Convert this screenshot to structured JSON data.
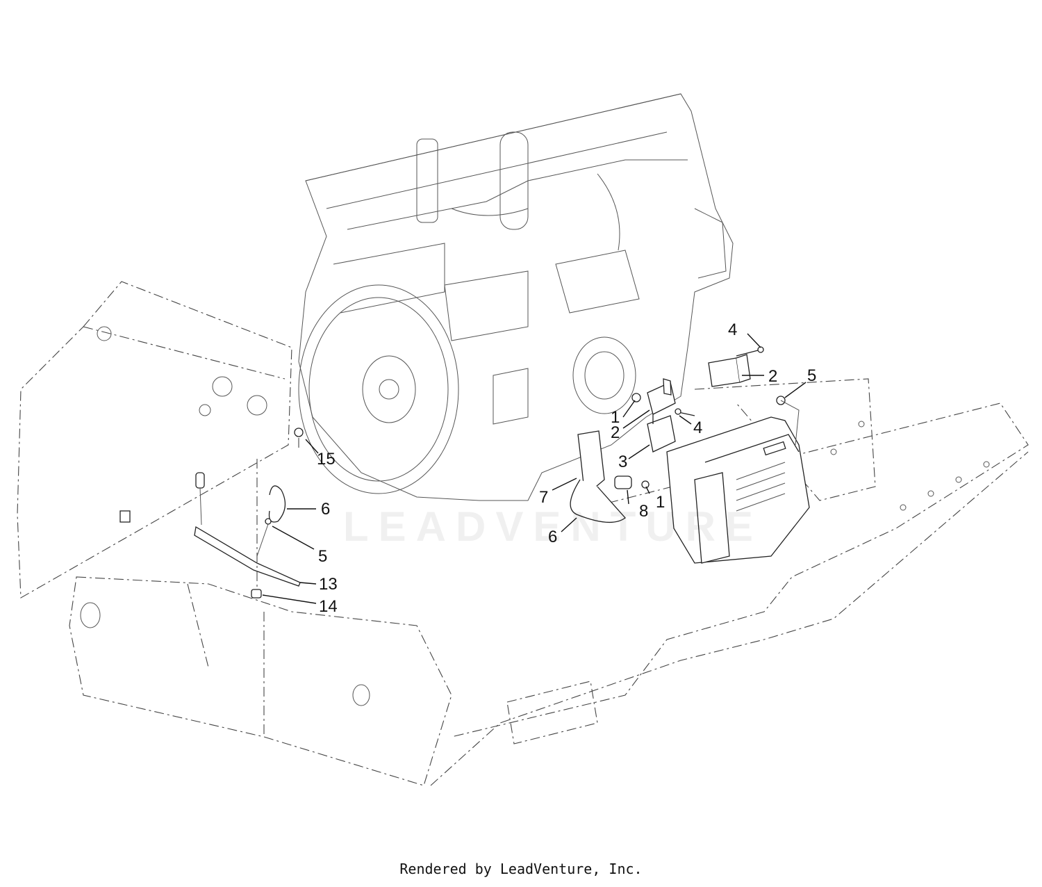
{
  "callouts": [
    "1",
    "1",
    "2",
    "2",
    "3",
    "4",
    "4",
    "5",
    "5",
    "6",
    "6",
    "7",
    "8",
    "13",
    "14",
    "15"
  ],
  "watermark": "LEADVENTURE",
  "credit": "Rendered by LeadVenture, Inc."
}
